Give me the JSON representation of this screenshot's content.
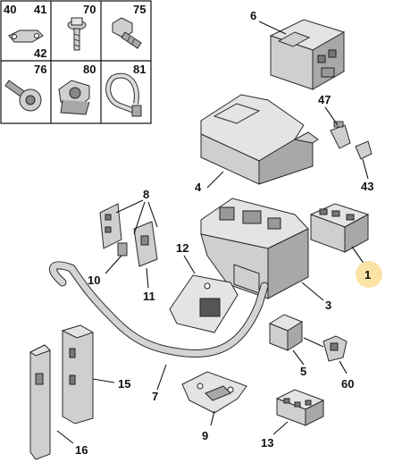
{
  "callouts": {
    "c1": "1",
    "c3": "3",
    "c4": "4",
    "c5": "5",
    "c6": "6",
    "c7": "7",
    "c8": "8",
    "c9": "9",
    "c10": "10",
    "c11": "11",
    "c12": "12",
    "c13": "13",
    "c15": "15",
    "c16": "16",
    "c43": "43",
    "c47": "47",
    "c60": "60"
  },
  "fastener_grid": {
    "cell_a_top_left": "40",
    "cell_a_top_right": "41",
    "cell_a_bottom_right": "42",
    "cell_b": "70",
    "cell_c": "75",
    "cell_d": "76",
    "cell_e": "80",
    "cell_f": "81"
  },
  "colors": {
    "part_fill": "#cfcfcf",
    "highlight_badge": "#fbe3a6",
    "line": "#111111"
  }
}
